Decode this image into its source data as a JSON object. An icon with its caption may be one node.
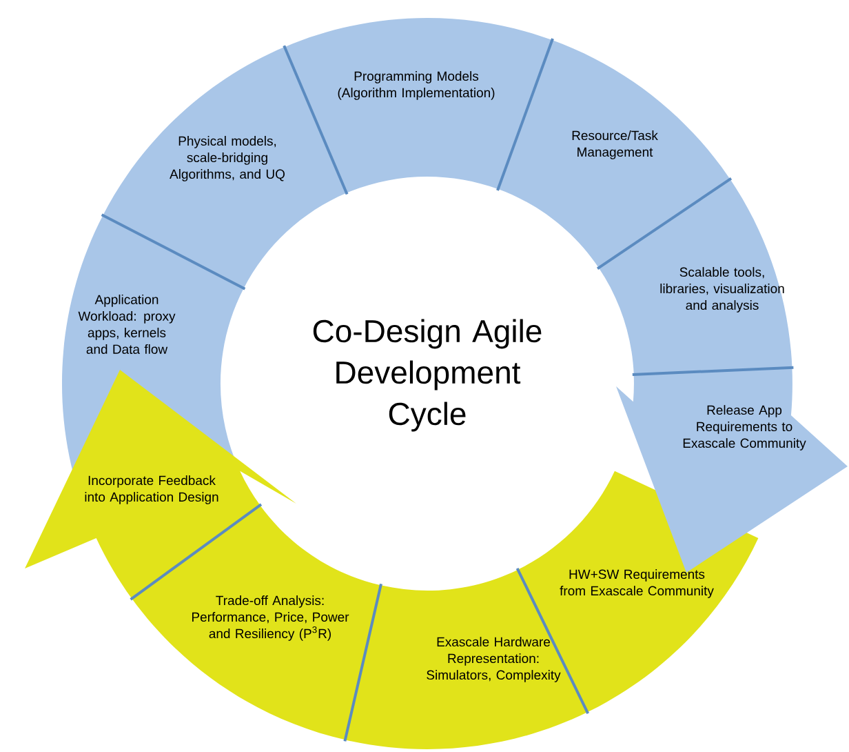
{
  "diagram": {
    "nodes": [
      {
        "text": [
          "Application Workload: proxy apps, kernels and Data flow"
        ]
      },
      {
        "text": [
          "Physical models, scale-bridging Algorithms, and UQ"
        ]
      },
      {
        "text": [
          "Programming Models (Algorithm Implementation)"
        ]
      },
      {
        "text": [
          "Resource/Task Management"
        ]
      },
      {
        "text": [
          "Scalable tools, libraries, visualization and analysis"
        ]
      },
      {
        "text": [
          "Release App Requirements to Exascale Community"
        ]
      },
      {
        "text": [
          "HW+SW Requirements from Exascale Community"
        ]
      },
      {
        "text": [
          "Exascale Hardware Representation: Simulators, Complexity"
        ]
      },
      {
        "text": [
          "Trade-off Analysis: Performance, Price, Power and Resiliency (P$^{3}$R)"
        ]
      },
      {
        "text": [
          "Incorporate Feedback into Application Design"
        ]
      }
    ],
    "labels": [
      "Co-Design Agile Development Cycle"
    ]
  }
}
